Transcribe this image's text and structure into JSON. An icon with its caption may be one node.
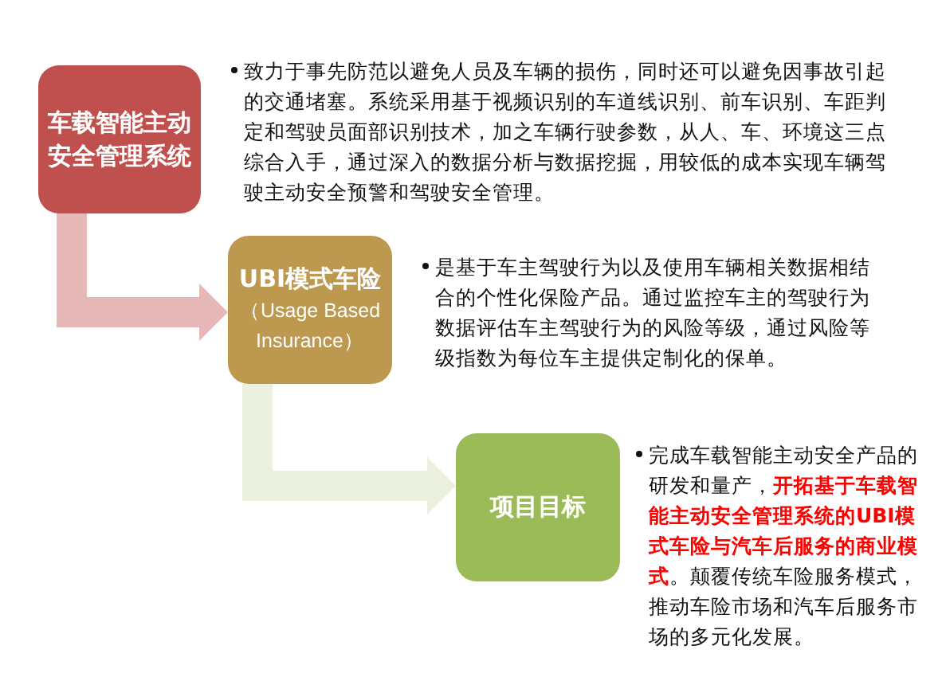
{
  "diagram": {
    "nodes": [
      {
        "text": [
          "车载智能主动安全管理系统"
        ],
        "beside": [
          "致力于事先防范以避免人员及车辆的损伤，同时还可以避免因事故引起的交通堵塞。系统采用基于视频识别的车道线识别、前车识别、车距判定和驾驶员面部识别技术，加之车辆行驶参数，从人、车、环境这三点综合入手，通过深入的数据分析与数据挖掘，用较低的成本实现车辆驾驶主动安全预警和驾驶安全管理。"
        ]
      },
      {
        "text": [
          "UBI模式车险",
          "（Usage Based Insurance）"
        ],
        "beside": [
          "是基于车主驾驶行为以及使用车辆相关数据相结合的个性化保险产品。通过监控车主的驾驶行为数据评估车主驾驶行为的风险等级，通过风险等级指数为每位车主提供定制化的保单。"
        ]
      },
      {
        "text": [
          "项目目标"
        ],
        "beside": [
          "完成车载智能主动安全产品的研发和量产，**开拓基于车载智能主动安全管理系统的UBI模式车险与汽车后服务的商业模式**。颠覆传统车险服务模式，推动车险市场和汽车后服务市场的多元化发展。"
        ]
      }
    ],
    "edges": [
      {
        "from": 0,
        "to": 1,
        "arrow": "to",
        "color": "#e6b9b8"
      },
      {
        "from": 1,
        "to": 2,
        "arrow": "to",
        "color": "#ebf1de"
      }
    ]
  }
}
